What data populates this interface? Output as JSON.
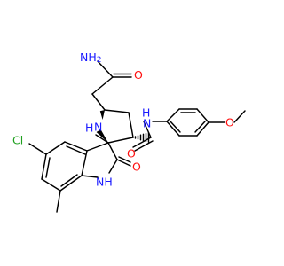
{
  "atom_labels": {
    "amide_nh2": "NH",
    "amide_nh2_sub": "2",
    "amide_o": "O",
    "pyrrolidine_nh": "N",
    "pyrrolidine_nh_h": "H",
    "anilide_nh": "N",
    "anilide_nh_h": "H",
    "methoxy_o": "O",
    "chloro": "Cl",
    "indoline_nh": "NH",
    "oxindole_o": "O",
    "carboxamide_o": "O"
  },
  "colors": {
    "bond": "#000000",
    "nitrogen": "#1a1aff",
    "oxygen": "#ff0d0d",
    "chlorine": "#1fa01f"
  }
}
